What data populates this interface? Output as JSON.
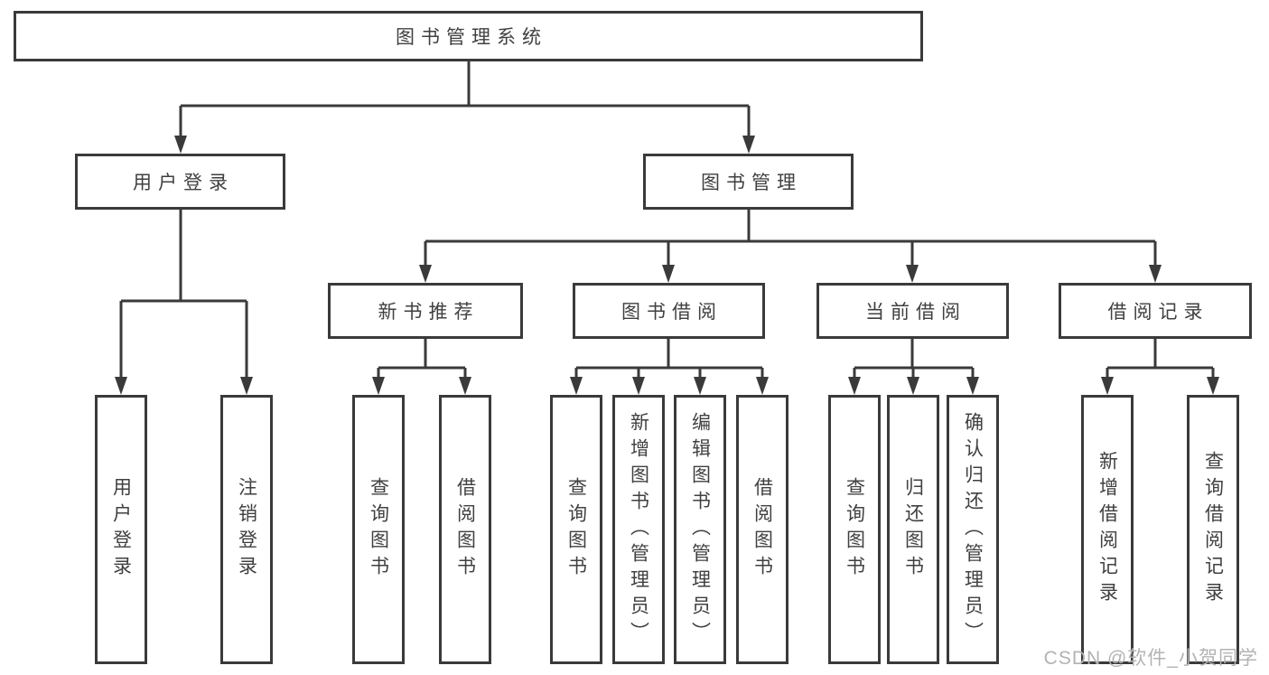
{
  "diagram": {
    "root": {
      "label": "图书管理系统"
    },
    "branches": [
      {
        "label": "用户登录",
        "leaves": [
          {
            "label": "用户登录"
          },
          {
            "label": "注销登录"
          }
        ]
      },
      {
        "label": "图书管理",
        "groups": [
          {
            "label": "新书推荐",
            "leaves": [
              {
                "label": "查询图书"
              },
              {
                "label": "借阅图书"
              }
            ]
          },
          {
            "label": "图书借阅",
            "leaves": [
              {
                "label": "查询图书"
              },
              {
                "label": "新增图书（管理员）"
              },
              {
                "label": "编辑图书（管理员）"
              },
              {
                "label": "借阅图书"
              }
            ]
          },
          {
            "label": "当前借阅",
            "leaves": [
              {
                "label": "查询图书"
              },
              {
                "label": "归还图书"
              },
              {
                "label": "确认归还（管理员）"
              }
            ]
          },
          {
            "label": "借阅记录",
            "leaves": [
              {
                "label": "新增借阅记录"
              },
              {
                "label": "查询借阅记录"
              }
            ]
          }
        ]
      }
    ]
  },
  "watermark": {
    "text": "CSDN @软件_小贺同学"
  },
  "colors": {
    "line": "#3a3a3a",
    "text": "#404040",
    "watermark": "#b3b3b3",
    "background": "#ffffff"
  }
}
